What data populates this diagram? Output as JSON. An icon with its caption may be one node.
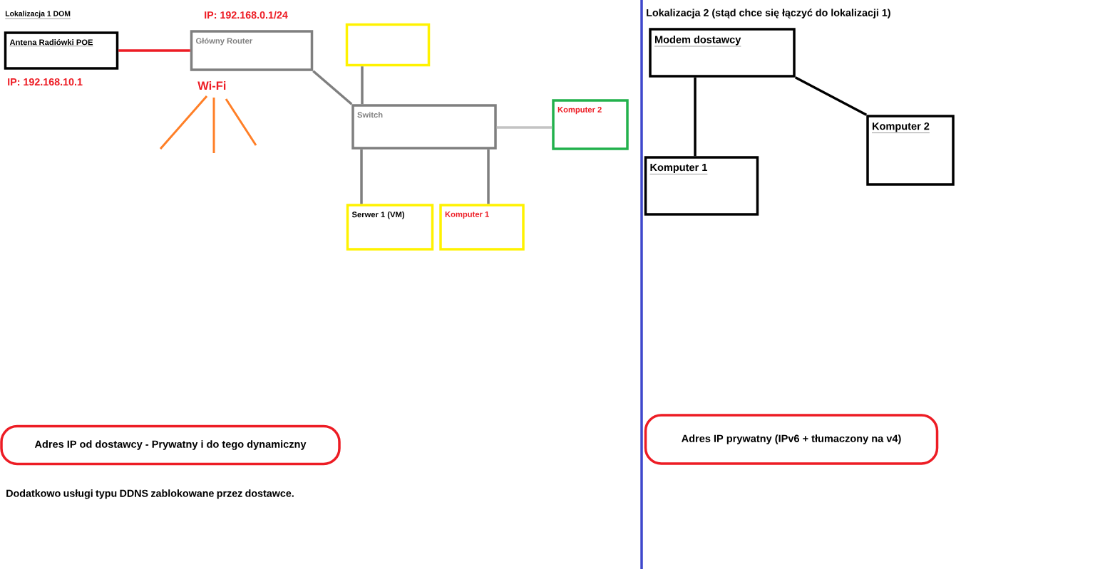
{
  "diagram": {
    "nodes": [
      {
        "text": [
          "Antena Radiówki POE"
        ]
      },
      {
        "text": [
          "Główny Router"
        ]
      },
      {
        "text": [],
        "shape": "box"
      },
      {
        "text": [
          "Switch"
        ]
      },
      {
        "text": [
          "Komputer 2"
        ]
      },
      {
        "text": [
          "Serwer 1 (VM)"
        ]
      },
      {
        "text": [
          "Komputer 1"
        ]
      },
      {
        "text": [
          "Modem dostawcy"
        ]
      },
      {
        "text": [
          "Komputer 1"
        ]
      },
      {
        "text": [
          "Komputer 2"
        ]
      },
      {
        "text": [
          "Adres IP od dostawcy - Prywatny i do tego dynamiczny"
        ]
      },
      {
        "text": [
          "Adres IP prywatny (IPv6 + tłumaczony na v4)"
        ]
      }
    ],
    "edges": [
      {
        "from": 0,
        "to": 1,
        "arrow": "none",
        "color": "#ed1c24"
      },
      {
        "from": 1,
        "to": 3,
        "arrow": "none"
      },
      {
        "from": 2,
        "to": 3,
        "arrow": "none"
      },
      {
        "from": 3,
        "to": 4,
        "arrow": "none",
        "color": "#c3c3c3"
      },
      {
        "from": 3,
        "to": 5,
        "arrow": "none"
      },
      {
        "from": 3,
        "to": 6,
        "arrow": "none"
      },
      {
        "from": 7,
        "to": 8,
        "arrow": "none",
        "color": "#000000"
      },
      {
        "from": 7,
        "to": 9,
        "arrow": "none",
        "color": "#000000"
      }
    ],
    "labels": [
      "Lokalizacja 1 DOM",
      "IP: 192.168.0.1/24",
      "IP: 192.168.10.1",
      "Wi-Fi",
      "Dodatkowo usługi typu DDNS zablokowane przez dostawce.",
      "Lokalizacja 2 (stąd chce się łączyć do lokalizacji 1)"
    ]
  }
}
